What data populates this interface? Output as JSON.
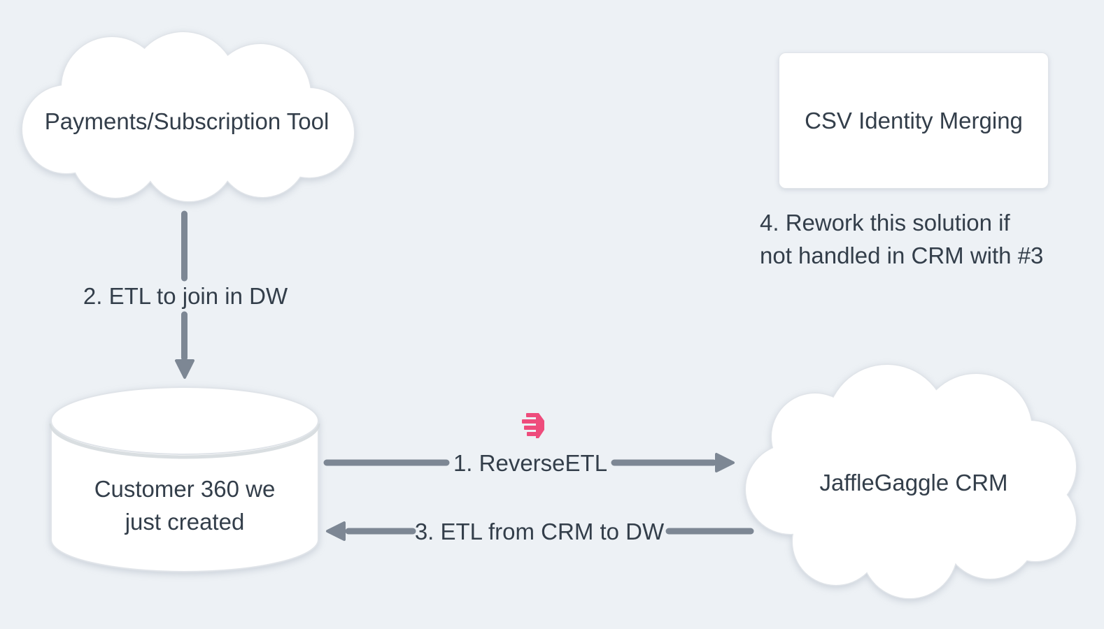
{
  "diagram": {
    "background_color": "#edf1f5",
    "colors": {
      "shape_fill": "#ffffff",
      "shape_border": "#e0e4e9",
      "arrow": "#7d8794",
      "text": "#333e4a",
      "census_pink": "#ee4c7c"
    },
    "nodes": {
      "payments": {
        "label": "Payments/Subscription Tool",
        "shape": "cloud"
      },
      "csv": {
        "label": "CSV Identity Merging",
        "shape": "rounded-rectangle"
      },
      "warehouse": {
        "label": "Customer 360 we\njust created",
        "shape": "database-cylinder"
      },
      "crm": {
        "label": "JaffleGaggle CRM",
        "shape": "cloud"
      }
    },
    "edges": {
      "reverse_etl": {
        "label": "1. ReverseETL",
        "from": "warehouse",
        "to": "crm",
        "icon": "census-logo"
      },
      "etl_join": {
        "label": "2. ETL to join in DW",
        "from": "payments",
        "to": "warehouse"
      },
      "etl_from_crm": {
        "label": "3. ETL from CRM to DW",
        "from": "crm",
        "to": "warehouse"
      }
    },
    "annotations": {
      "rework_note": "4. Rework this solution if\nnot handled in CRM with #3"
    }
  }
}
